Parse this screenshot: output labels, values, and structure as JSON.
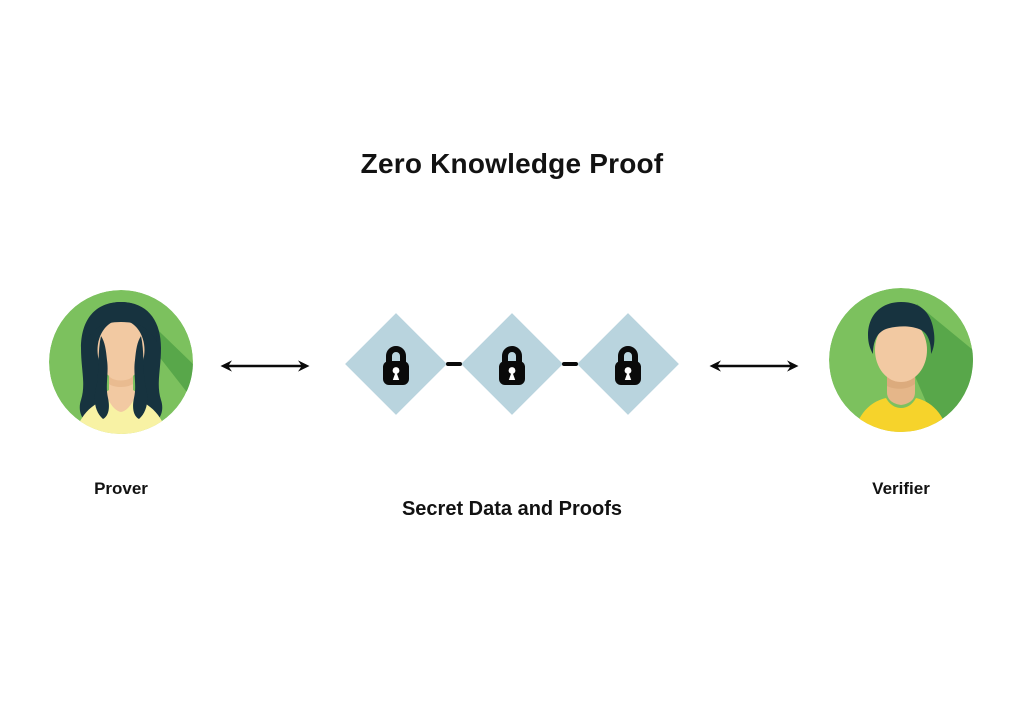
{
  "title": "Zero Knowledge Proof",
  "prover": {
    "label": "Prover",
    "avatar": "woman-avatar"
  },
  "verifier": {
    "label": "Verifier",
    "avatar": "man-avatar"
  },
  "channel": {
    "caption": "Secret Data and Proofs",
    "lock_count": 3,
    "lock_icon": "padlock-icon",
    "arrow_icon": "double-arrow-icon"
  },
  "colors": {
    "background": "#ffffff",
    "text": "#121212",
    "avatar_circle_green": "#7cc15e",
    "avatar_shadow_green": "#58a74a",
    "diamond_blue": "#b9d4de",
    "lock_black": "#0a0a0a",
    "hair_dark": "#17333f",
    "skin": "#f2c9a2",
    "skin_shade": "#e5b689",
    "prover_top_yellow": "#f8f2a4",
    "verifier_shirt_yellow": "#f6d32b"
  }
}
